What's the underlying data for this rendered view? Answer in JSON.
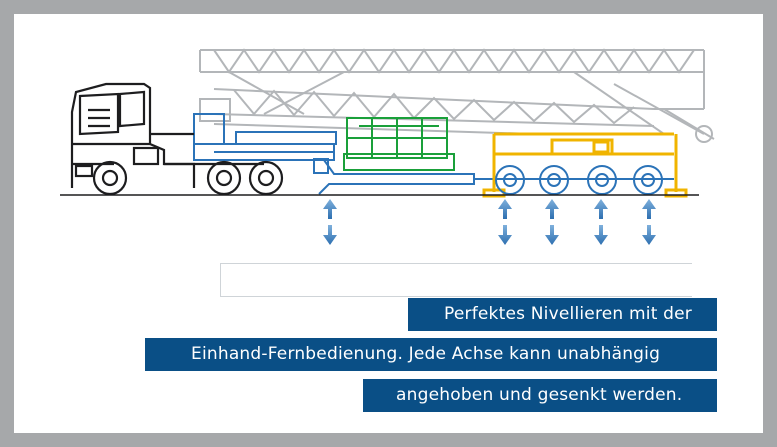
{
  "caption": {
    "line1": "Perfektes Nivellieren mit der",
    "line2": "Einhand-Fernbedienung. Jede Achse kann unabhängig",
    "line3": "angehoben und gesenkt werden."
  },
  "colors": {
    "background": "#a6a8aa",
    "panel": "#ffffff",
    "caption_bg": "#0a4f86",
    "caption_text": "#ffffff",
    "crane_grey": "#b3b6b9",
    "truck_dark": "#1d1d1f",
    "chassis_blue": "#2b73b8",
    "counterweight_green": "#1aa03a",
    "outrigger_yellow": "#f0b400",
    "arrow_blue": "#3b7fbf"
  },
  "icons": {
    "arrow": "double-headed-vertical-arrow-icon",
    "truck": "truck-cab-icon",
    "wheel": "wheel-icon"
  }
}
